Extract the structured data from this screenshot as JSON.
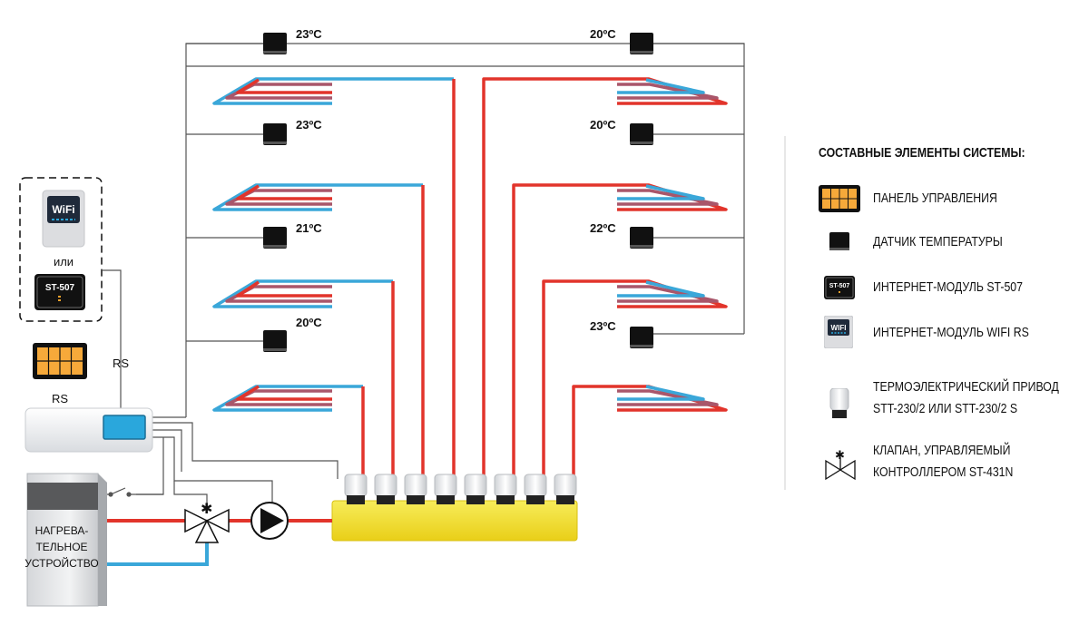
{
  "zones": {
    "left": [
      {
        "temp": "23ºC"
      },
      {
        "temp": "23ºC"
      },
      {
        "temp": "21ºC"
      },
      {
        "temp": "20ºC"
      }
    ],
    "right": [
      {
        "temp": "20ºC"
      },
      {
        "temp": "20ºC"
      },
      {
        "temp": "22ºC"
      },
      {
        "temp": "23ºC"
      }
    ]
  },
  "modules": {
    "wifi_label": "WiFi",
    "or_label": "или",
    "st507_label": "ST-507",
    "rs_label_vertical": "RS",
    "rs_label_panel": "RS"
  },
  "heater": {
    "line1": "НАГРЕВА-",
    "line2": "ТЕЛЬНОЕ",
    "line3": "УСТРОЙСТВО"
  },
  "legend": {
    "title": "СОСТАВНЫЕ ЭЛЕМЕНТЫ СИСТЕМЫ:",
    "items": [
      {
        "icon": "control-panel-icon",
        "line1": "ПАНЕЛЬ УПРАВЛЕНИЯ"
      },
      {
        "icon": "temperature-sensor-icon",
        "line1": "ДАТЧИК ТЕМПЕРАТУРЫ"
      },
      {
        "icon": "st507-module-icon",
        "line1": "ИНТЕРНЕТ-МОДУЛЬ ST-507",
        "icon_text": "ST-507"
      },
      {
        "icon": "wifi-module-icon",
        "line1": "ИНТЕРНЕТ-МОДУЛЬ WIFI RS",
        "icon_text": "WIFI"
      },
      {
        "icon": "thermoelectric-actuator-icon",
        "line1": "ТЕРМОЭЛЕКТРИЧЕСКИЙ ПРИВОД",
        "line2": "STT-230/2 ИЛИ STT-230/2 S"
      },
      {
        "icon": "valve-icon",
        "line1": "КЛАПАН, УПРАВЛЯЕМЫЙ",
        "line2": "КОНТРОЛЛЕРОМ ST-431N"
      }
    ]
  },
  "colors": {
    "supply": "#e2342b",
    "return": "#3aa7d9",
    "loop_mid": "#a9566a",
    "manifold": "#f4e234",
    "panel_orange": "#f6a93a",
    "controller_screen": "#2aa7dc",
    "wire": "#555555"
  }
}
